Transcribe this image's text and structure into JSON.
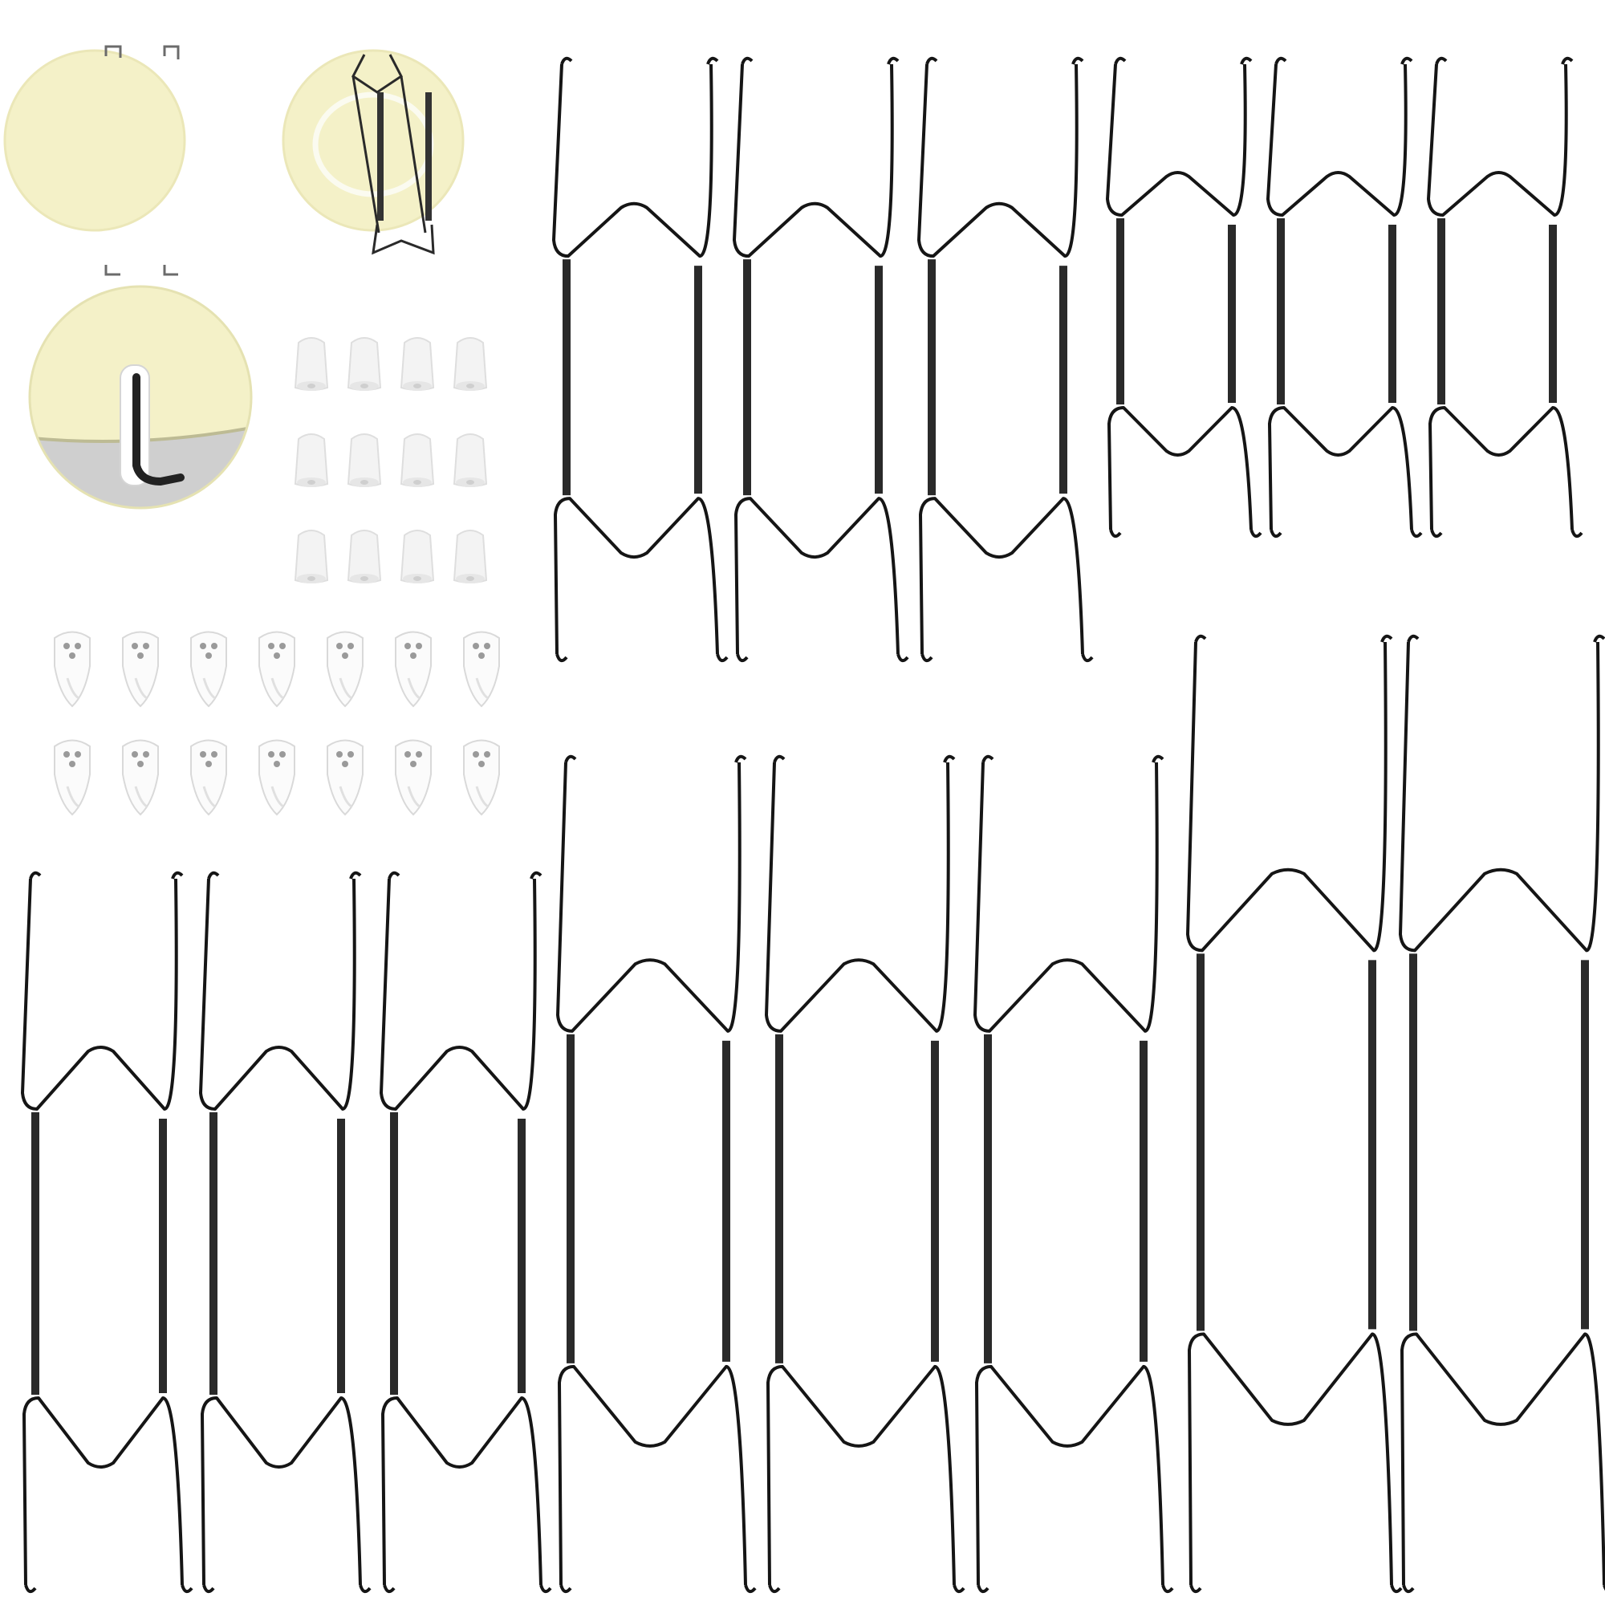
{
  "colors": {
    "background": "#ffffff",
    "wire": "#151515",
    "spring": "#2a2a2a",
    "plate": "#f4f1c8",
    "plate_rim": "#e9e5b4",
    "cap": "#f3f3f3",
    "hook_body": "#fbfbfb",
    "hook_edge": "#d9d9d9",
    "nail": "#9a9a9a"
  },
  "scene": {
    "icons": [
      "plate-front-icon",
      "plate-back-icon",
      "plate-closeup-icon",
      "rubber-cap-icon",
      "wall-hook-icon",
      "plate-hanger-icon"
    ],
    "plate_hangers": {
      "small": 3,
      "medium": 6,
      "large": 3,
      "extra_large": 2
    },
    "rubber_caps": 12,
    "wall_hooks": 14
  }
}
